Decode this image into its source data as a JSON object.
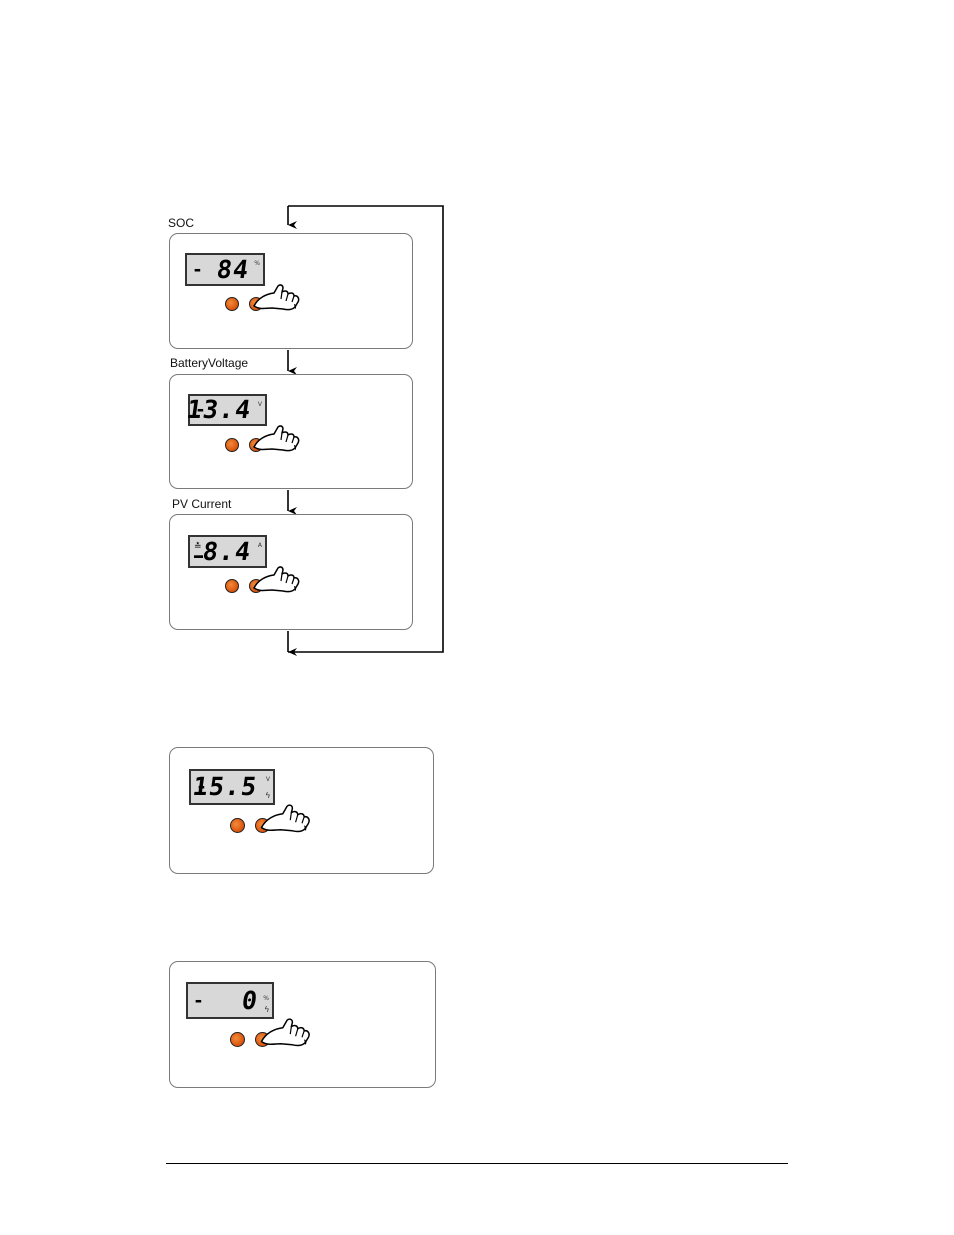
{
  "labels": {
    "soc": "SOC",
    "battery_voltage": "BatteryVoltage",
    "pv_current": "PV Current"
  },
  "displays": {
    "soc": {
      "prefix": "-",
      "value": "84",
      "unit": "%"
    },
    "battery_voltage": {
      "prefix": "-",
      "value": "13.4",
      "unit": "V"
    },
    "pv_current": {
      "value": "8.4",
      "unit": "A"
    },
    "setting_voltage": {
      "prefix": "-",
      "value": "15.5",
      "unit": "V"
    },
    "setting_other": {
      "prefix": "-",
      "value": "0",
      "unit": "%"
    }
  },
  "colors": {
    "button_orange": "#de5a10",
    "lcd_background": "#d8d8d8",
    "panel_border": "#7a7a7a"
  },
  "icons": [
    "finger-press-icon",
    "arrow-down-icon",
    "lightning-icon",
    "pv-panel-icon"
  ]
}
